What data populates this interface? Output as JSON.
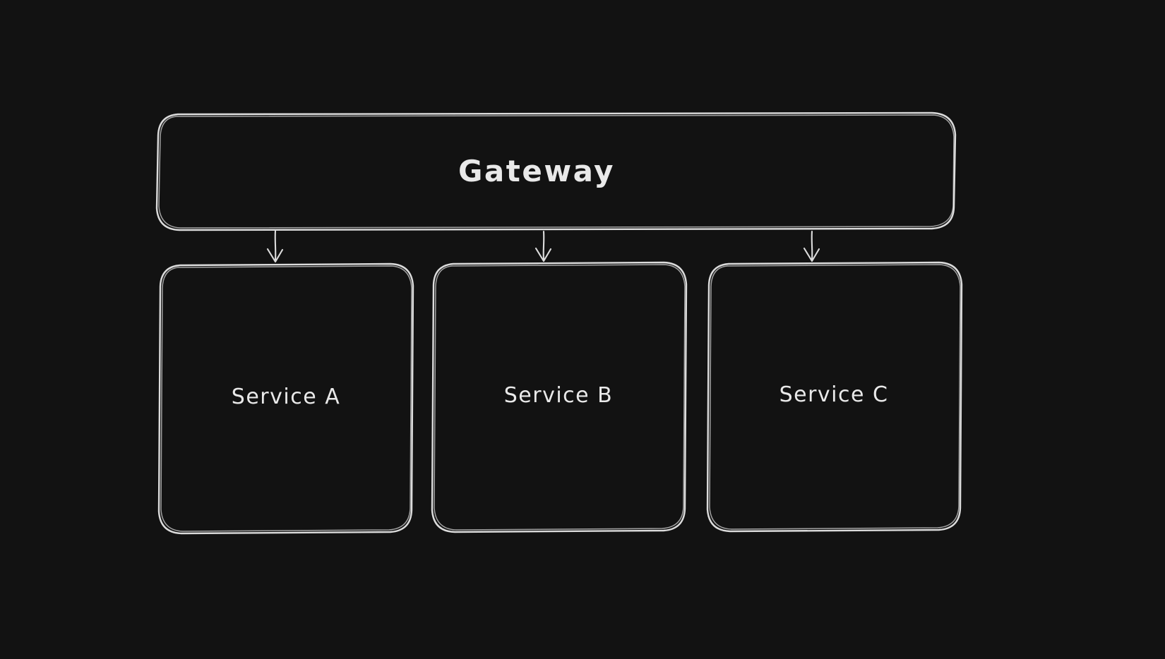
{
  "canvas": {
    "background_color": "#121212",
    "stroke_color": "#dcdcdc",
    "stroke_highlight_color": "#efefef",
    "text_color": "#e9e9e9",
    "style": "hand-drawn-sketch"
  },
  "diagram": {
    "type": "flowchart",
    "nodes": [
      {
        "id": "gateway",
        "label": "Gateway",
        "shape": "rounded-rectangle",
        "role": "root"
      },
      {
        "id": "service-a",
        "label": "Service A",
        "shape": "rounded-rectangle",
        "role": "child"
      },
      {
        "id": "service-b",
        "label": "Service B",
        "shape": "rounded-rectangle",
        "role": "child"
      },
      {
        "id": "service-c",
        "label": "Service C",
        "shape": "rounded-rectangle",
        "role": "child"
      }
    ],
    "edges": [
      {
        "from": "Gateway",
        "to": "Service A",
        "style": "straight-arrow-down"
      },
      {
        "from": "Gateway",
        "to": "Service B",
        "style": "straight-arrow-down"
      },
      {
        "from": "Gateway",
        "to": "Service C",
        "style": "straight-arrow-down"
      }
    ]
  }
}
